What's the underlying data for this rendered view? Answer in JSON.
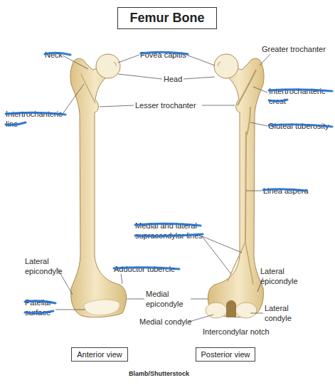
{
  "diagram": {
    "title": "Femur Bone",
    "nodes": [
      {
        "text": [
          "Anterior view"
        ]
      },
      {
        "text": [
          "Posterior view"
        ]
      }
    ],
    "labels": [
      "Neck",
      "Fovea capitis",
      "Head",
      "Greater trochanter",
      "Intertrochanteric crest",
      "Intertrochanteric line",
      "Lesser trochanter",
      "Gluteal tuberosity",
      "Linea aspera",
      "Medial and lateral supracondylar lines",
      "Lateral epicondyle",
      "Adductor tubercle",
      "Medial epicondyle",
      "Lateral epicondyle",
      "Patellar surface",
      "Medial condyle",
      "Lateral condyle",
      "Intercondylar notch",
      "Blamb/Shutterstock"
    ]
  }
}
